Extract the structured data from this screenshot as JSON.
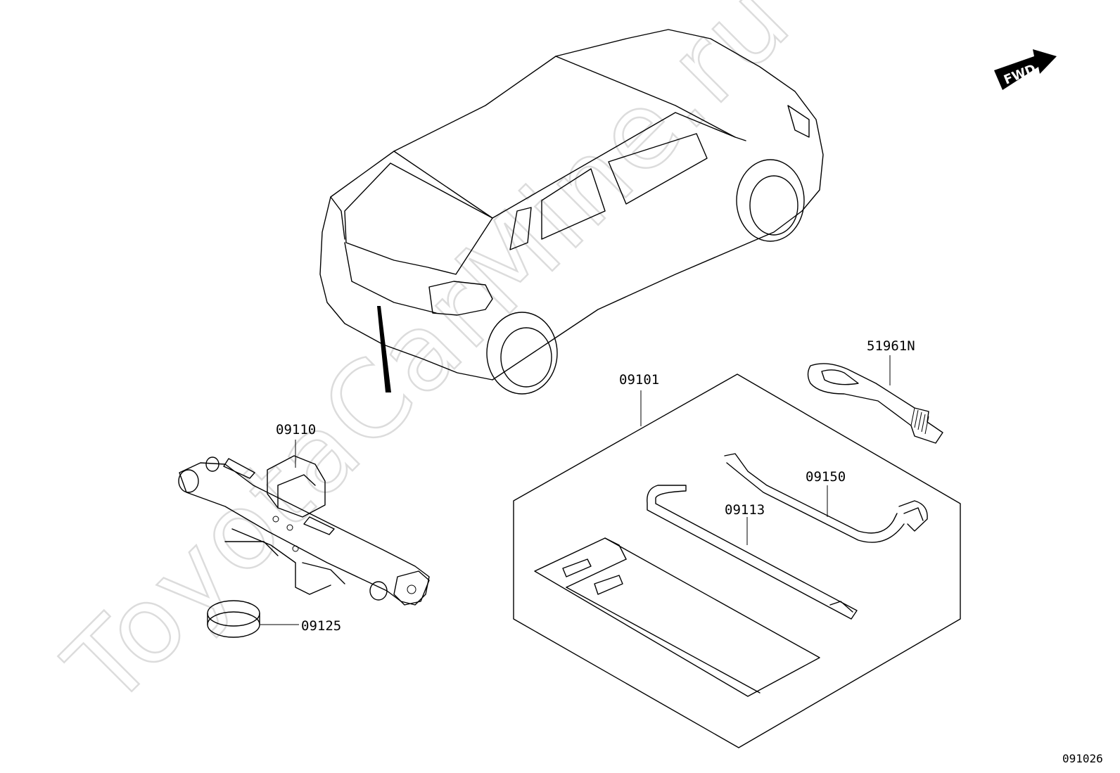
{
  "watermark": "ToyotaCarMine.ru",
  "direction": {
    "label": "FWD"
  },
  "parts": [
    {
      "id": "part-09101",
      "number": "09101"
    },
    {
      "id": "part-09110",
      "number": "09110"
    },
    {
      "id": "part-09113",
      "number": "09113"
    },
    {
      "id": "part-09125",
      "number": "09125"
    },
    {
      "id": "part-09150",
      "number": "09150"
    },
    {
      "id": "part-51961N",
      "number": "51961N"
    }
  ],
  "diagram_code": "091026"
}
